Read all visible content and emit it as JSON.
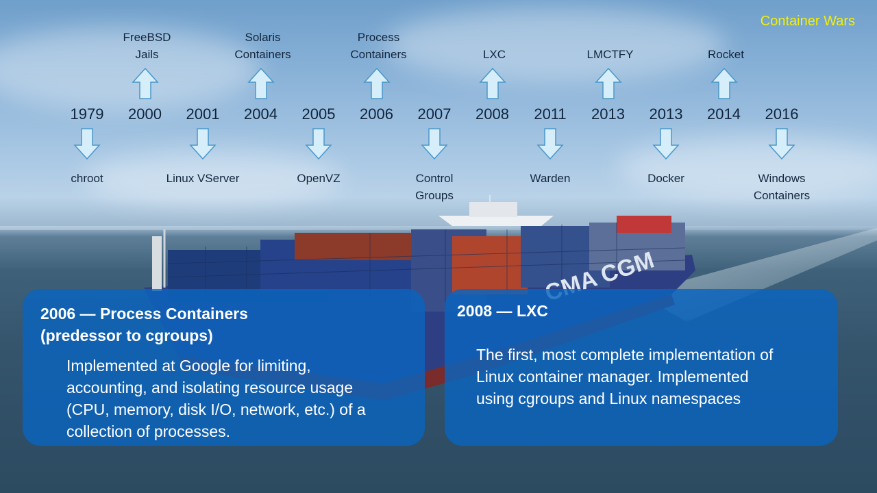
{
  "slide_title": "Container Wars",
  "timeline": {
    "years": [
      "1979",
      "2000",
      "2001",
      "2004",
      "2005",
      "2006",
      "2007",
      "2008",
      "2011",
      "2013",
      "2013",
      "2014",
      "2016"
    ],
    "above": [
      {
        "year_index": 1,
        "lines": [
          "FreeBSD",
          "Jails"
        ]
      },
      {
        "year_index": 3,
        "lines": [
          "Solaris",
          "Containers"
        ]
      },
      {
        "year_index": 5,
        "lines": [
          "Process",
          "Containers"
        ]
      },
      {
        "year_index": 7,
        "lines": [
          "LXC"
        ]
      },
      {
        "year_index": 9,
        "lines": [
          "LMCTFY"
        ]
      },
      {
        "year_index": 11,
        "lines": [
          "Rocket"
        ]
      }
    ],
    "below": [
      {
        "year_index": 0,
        "lines": [
          "chroot"
        ]
      },
      {
        "year_index": 2,
        "lines": [
          "Linux VServer"
        ]
      },
      {
        "year_index": 4,
        "lines": [
          "OpenVZ"
        ]
      },
      {
        "year_index": 6,
        "lines": [
          "Control",
          "Groups"
        ]
      },
      {
        "year_index": 8,
        "lines": [
          "Warden"
        ]
      },
      {
        "year_index": 10,
        "lines": [
          "Docker"
        ]
      },
      {
        "year_index": 12,
        "lines": [
          "Windows",
          "Containers"
        ]
      }
    ]
  },
  "cards": [
    {
      "title_lines": [
        "2006 — Process Containers",
        "(predessor to cgroups)"
      ],
      "body_lines": [
        "Implemented at Google for limiting,",
        "accounting, and isolating resource usage",
        "(CPU, memory, disk I/O, network, etc.) of a",
        "collection of processes."
      ]
    },
    {
      "title_lines": [
        "2008 — LXC"
      ],
      "body_lines": [
        "The first, most complete implementation of",
        "Linux container manager. Implemented",
        "using cgroups and Linux namespaces"
      ]
    }
  ],
  "colors": {
    "title": "#f4f000",
    "arrow_fill": "#d6eefa",
    "arrow_stroke": "#4a97c9",
    "card_bg": "#0a64be"
  },
  "icons": {
    "up": "arrow-up-icon",
    "down": "arrow-down-icon"
  }
}
